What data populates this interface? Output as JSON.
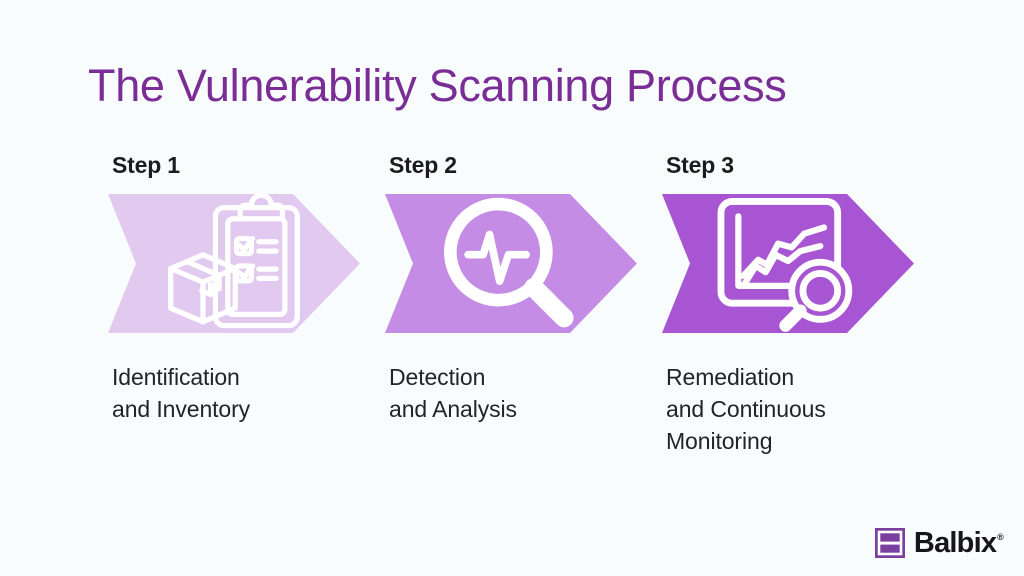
{
  "page": {
    "title": "The Vulnerability Scanning Process",
    "background_color": "#F8FCFC",
    "title_color": "#7A2D96"
  },
  "steps": [
    {
      "label": "Step 1",
      "caption": "Identification\nand Inventory",
      "chevron_color": "#E2C9F0",
      "icon": "clipboard-checklist-box-icon",
      "icon_color": "#FFFFFF"
    },
    {
      "label": "Step 2",
      "caption": "Detection\nand Analysis",
      "chevron_color": "#C48CE4",
      "icon": "magnifier-pulse-icon",
      "icon_color": "#FFFFFF"
    },
    {
      "label": "Step 3",
      "caption": "Remediation\nand Continuous\nMonitoring",
      "chevron_color": "#A855D4",
      "icon": "chart-magnifier-icon",
      "icon_color": "#FFFFFF"
    }
  ],
  "logo": {
    "name": "balbix-logo",
    "wordmark": "Balbix",
    "trademark": "®",
    "mark_color": "#7B3FA0",
    "word_color": "#16161A"
  }
}
